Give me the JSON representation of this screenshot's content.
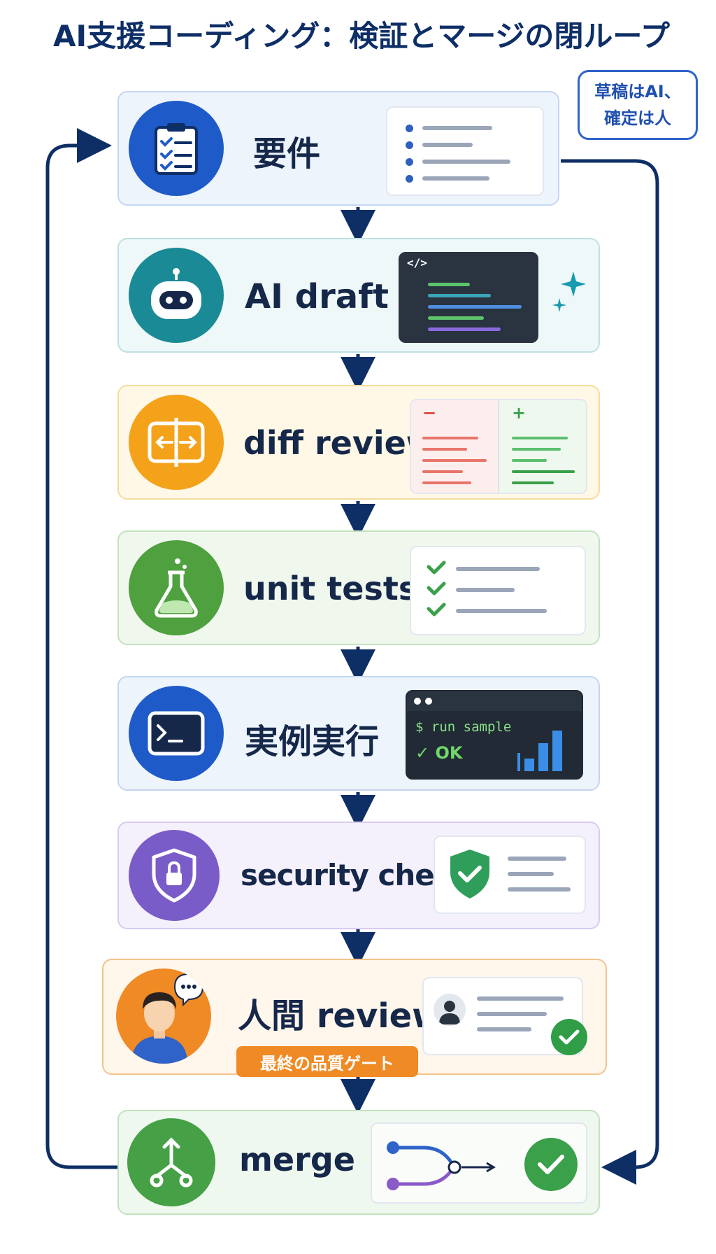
{
  "title": "AI支援コーディング：検証とマージの閉ループ",
  "note": {
    "line1": "草稿はAI、",
    "line2": "確定は人"
  },
  "steps": [
    {
      "label": "要件",
      "icon": "clipboard-checklist-icon",
      "color": "#1e5bc8"
    },
    {
      "label": "AI draft",
      "icon": "robot-icon",
      "color": "#1a8a96"
    },
    {
      "label": "diff review",
      "icon": "diff-arrows-icon",
      "color": "#f4a21a"
    },
    {
      "label": "unit tests",
      "icon": "flask-icon",
      "color": "#4fa03e"
    },
    {
      "label": "実例実行",
      "icon": "terminal-icon",
      "color": "#1e5bc8"
    },
    {
      "label": "security check",
      "icon": "shield-lock-icon",
      "color": "#7a5cc8"
    },
    {
      "label": "人間 review",
      "icon": "person-speech-icon",
      "color": "#f08a24"
    },
    {
      "label": "merge",
      "icon": "git-merge-icon",
      "color": "#45a046"
    }
  ],
  "code_panel": {
    "tag": "</>"
  },
  "diff_panel": {
    "minus": "−",
    "plus": "+"
  },
  "terminal": {
    "command": "$ run sample",
    "result": "✓ OK"
  },
  "gate_badge": "最終の品質ゲート",
  "colors": {
    "navy": "#0e2e66",
    "check_green": "#3aa04a",
    "accent_blue": "#2f63c9"
  }
}
